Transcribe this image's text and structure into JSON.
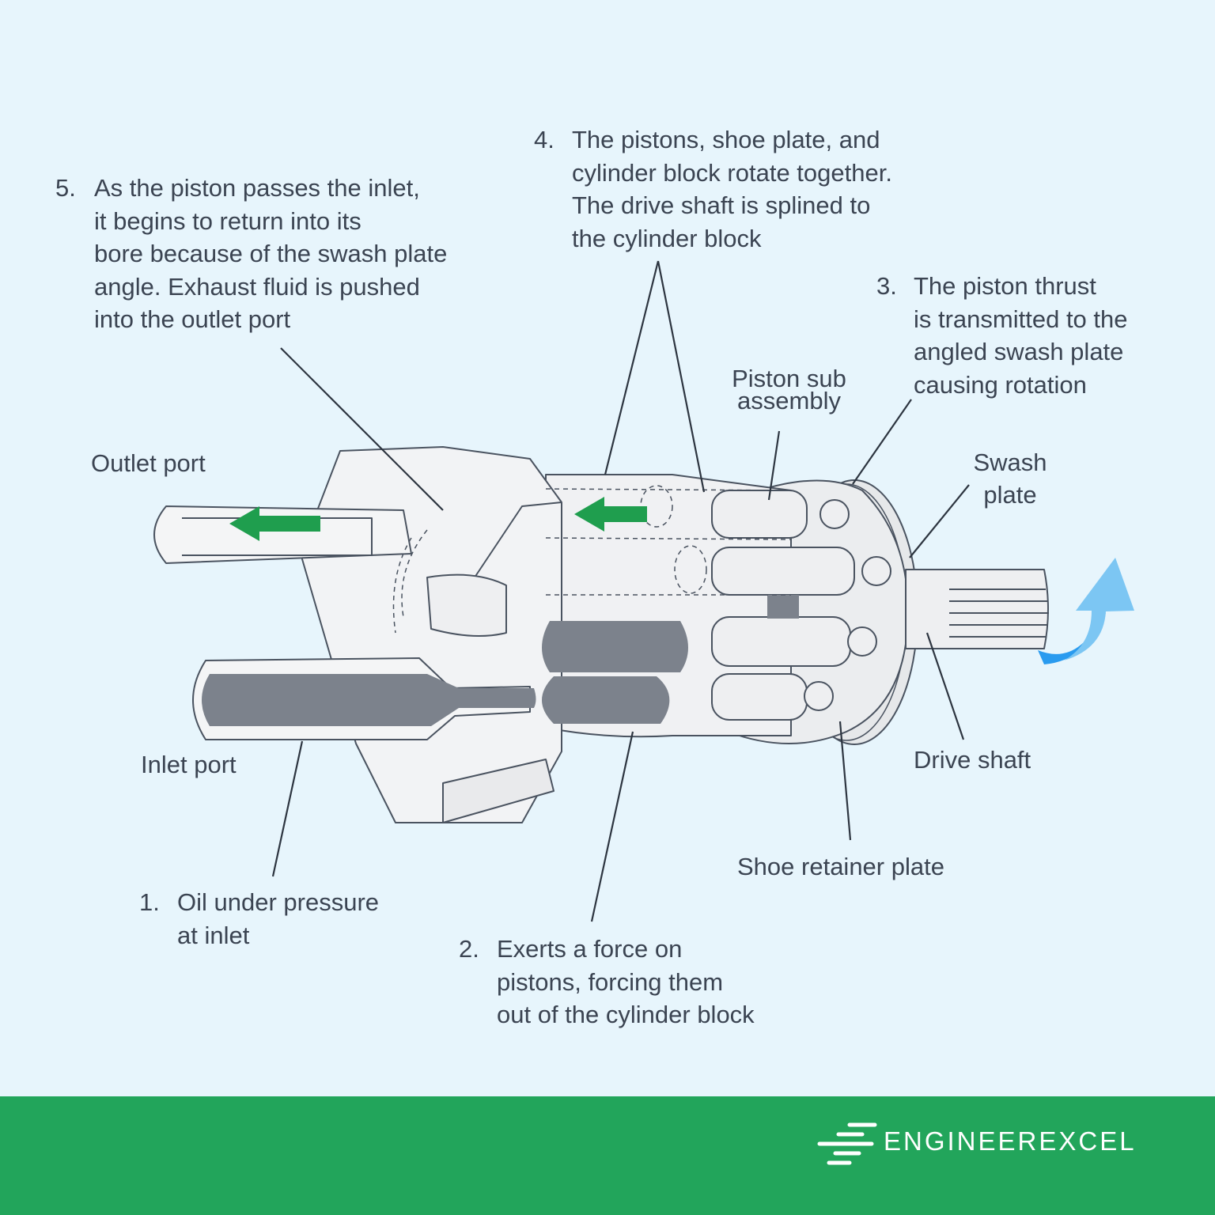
{
  "labels": {
    "outlet_port": "Outlet port",
    "inlet_port": "Inlet port",
    "piston_sub_assembly": [
      "Piston sub",
      "assembly"
    ],
    "swash_plate": [
      "Swash",
      "plate"
    ],
    "drive_shaft": "Drive shaft",
    "shoe_retainer_plate": "Shoe retainer plate"
  },
  "steps": [
    {
      "number": "1.",
      "lines": [
        "Oil under pressure",
        "at inlet"
      ]
    },
    {
      "number": "2.",
      "lines": [
        "Exerts a force on",
        "pistons, forcing them",
        "out of the cylinder block"
      ]
    },
    {
      "number": "3.",
      "lines": [
        "The piston thrust",
        "is transmitted to the",
        "angled swash plate",
        "causing rotation"
      ]
    },
    {
      "number": "4.",
      "lines": [
        "The pistons,  shoe plate, and",
        "cylinder block rotate together.",
        "The drive shaft is splined to",
        "the cylinder block"
      ]
    },
    {
      "number": "5.",
      "lines": [
        "As the piston passes the inlet,",
        "it begins to return into its",
        "bore because of the swash plate",
        "angle. Exhaust fluid is pushed",
        "into the outlet port"
      ]
    }
  ],
  "brand": {
    "name": "ENGINEEREXCEL"
  },
  "colors": {
    "background": "#e7f5fc",
    "footer": "#22a55b",
    "flow_arrow": "#1f9e4e",
    "oil": "#7c828c",
    "body": "#eeeff1",
    "rotation_arrow": "#7cc6f3"
  }
}
